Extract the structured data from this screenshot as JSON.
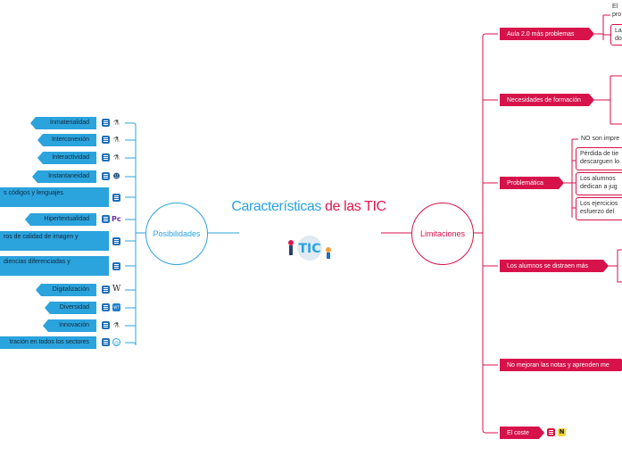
{
  "central": {
    "title_blue": "Características",
    "title_red": " de las TIC",
    "logo_text": "TIC"
  },
  "colors": {
    "blue": "#2ba3dd",
    "red": "#d7124a",
    "pill_text": "#112a3c"
  },
  "left_branch": {
    "label": "Posibilidades",
    "items": [
      {
        "label": "Inmaterialidad",
        "icon": "yt-icon"
      },
      {
        "label": "Interconexión",
        "icon": "yt-icon"
      },
      {
        "label": "Interactividad",
        "icon": "yt-icon"
      },
      {
        "label": "Instantaneidad",
        "icon": "owl-icon"
      },
      {
        "label": "s códigos y lenguajes",
        "icon": ""
      },
      {
        "label": "Hipertextualidad",
        "icon": "pc-icon"
      },
      {
        "label": "ros de calidad de imagen y",
        "icon": ""
      },
      {
        "label": "diencias diferenciadas y",
        "icon": ""
      },
      {
        "label": "Digitalización",
        "icon": "wikipedia-icon"
      },
      {
        "label": "Diversidad",
        "icon": "wt-icon"
      },
      {
        "label": "Innovación",
        "icon": "yt-icon"
      },
      {
        "label": "tración en todos los sectores",
        "icon": "globe-icon"
      }
    ]
  },
  "right_branch": {
    "label": "Limitaciones",
    "items": [
      {
        "label": "Aula 2.0 más problemas",
        "notes": [
          "El",
          "pro",
          "La",
          "do"
        ]
      },
      {
        "label": "Necesidades de formación",
        "notes": []
      },
      {
        "label": "Problemática",
        "notes": [
          "NO son impre",
          "Pérdida de tie",
          "descarguen lo",
          "Los alumnos",
          "dedican a jug",
          "Los ejercicios",
          "esfuerzo del"
        ]
      },
      {
        "label": "Los alumnos se distraen más",
        "notes": []
      },
      {
        "label": "No mejoran las notas y aprenden me",
        "notes": []
      },
      {
        "label": "El coste",
        "icon": "n-icon"
      }
    ]
  }
}
